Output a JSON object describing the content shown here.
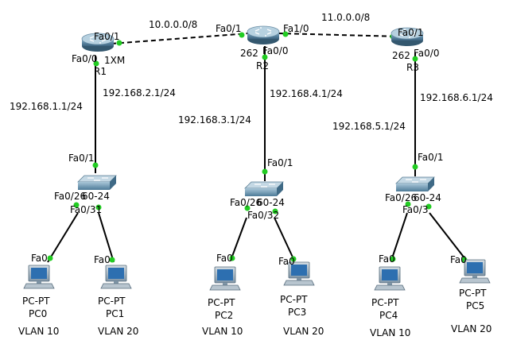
{
  "networks": {
    "r1_r2": "10.0.0.0/8",
    "r2_r3": "11.0.0.0/8"
  },
  "routers": [
    {
      "id": "R1",
      "name": "R1",
      "model_overlay": "1XM",
      "ports": [
        "Fa0/1",
        "Fa0/0"
      ]
    },
    {
      "id": "R2",
      "name": "R2",
      "model_overlay": "262",
      "ports": [
        "Fa0/1",
        "Fa1/0",
        "Fa0/0"
      ]
    },
    {
      "id": "R3",
      "name": "R3",
      "model_overlay": "262",
      "ports": [
        "Fa0/1",
        "Fa0/0"
      ]
    }
  ],
  "router_ip_labels": [
    {
      "router": "R1",
      "text": "192.168.1.1/24"
    },
    {
      "router": "R1",
      "text": "192.168.2.1/24"
    },
    {
      "router": "R2",
      "text": "192.168.3.1/24"
    },
    {
      "router": "R2",
      "text": "192.168.4.1/24"
    },
    {
      "router": "R3",
      "text": "192.168.5.1/24"
    },
    {
      "router": "R3",
      "text": "192.168.6.1/24"
    }
  ],
  "switches": [
    {
      "id": "S1",
      "model_overlay": "60-24",
      "uplink": "Fa0/1",
      "ports": [
        "Fa0/2",
        "Fa0/3"
      ]
    },
    {
      "id": "S2",
      "model_overlay": "60-24",
      "uplink": "Fa0/1",
      "ports": [
        "Fa0/2",
        "Fa0/3"
      ]
    },
    {
      "id": "S3",
      "model_overlay": "60-24",
      "uplink": "Fa0/1",
      "ports": [
        "Fa0/2",
        "Fa0/3"
      ]
    }
  ],
  "switch_port_labels": [
    "Fa0/26",
    "Fa0/31",
    "Fa0/26",
    "Fa0/32",
    "Fa0/26",
    "Fa0/3"
  ],
  "pcs": [
    {
      "type": "PC-PT",
      "name": "PC0",
      "port": "Fa0",
      "vlan": "VLAN 10"
    },
    {
      "type": "PC-PT",
      "name": "PC1",
      "port": "Fa0",
      "vlan": "VLAN 20"
    },
    {
      "type": "PC-PT",
      "name": "PC2",
      "port": "Fa0",
      "vlan": "VLAN 10"
    },
    {
      "type": "PC-PT",
      "name": "PC3",
      "port": "Fa0",
      "vlan": "VLAN 20"
    },
    {
      "type": "PC-PT",
      "name": "PC4",
      "port": "Fa0",
      "vlan": "VLAN 10"
    },
    {
      "type": "PC-PT",
      "name": "PC5",
      "port": "Fa0",
      "vlan": "VLAN 20"
    }
  ],
  "colors": {
    "link": "#000000",
    "port_up": "#22cc22",
    "router_body": "#5f8aa6",
    "switch_body": "#5a86a2",
    "pc_body": "#8fa3b3",
    "pc_screen": "#2d6fb0"
  }
}
